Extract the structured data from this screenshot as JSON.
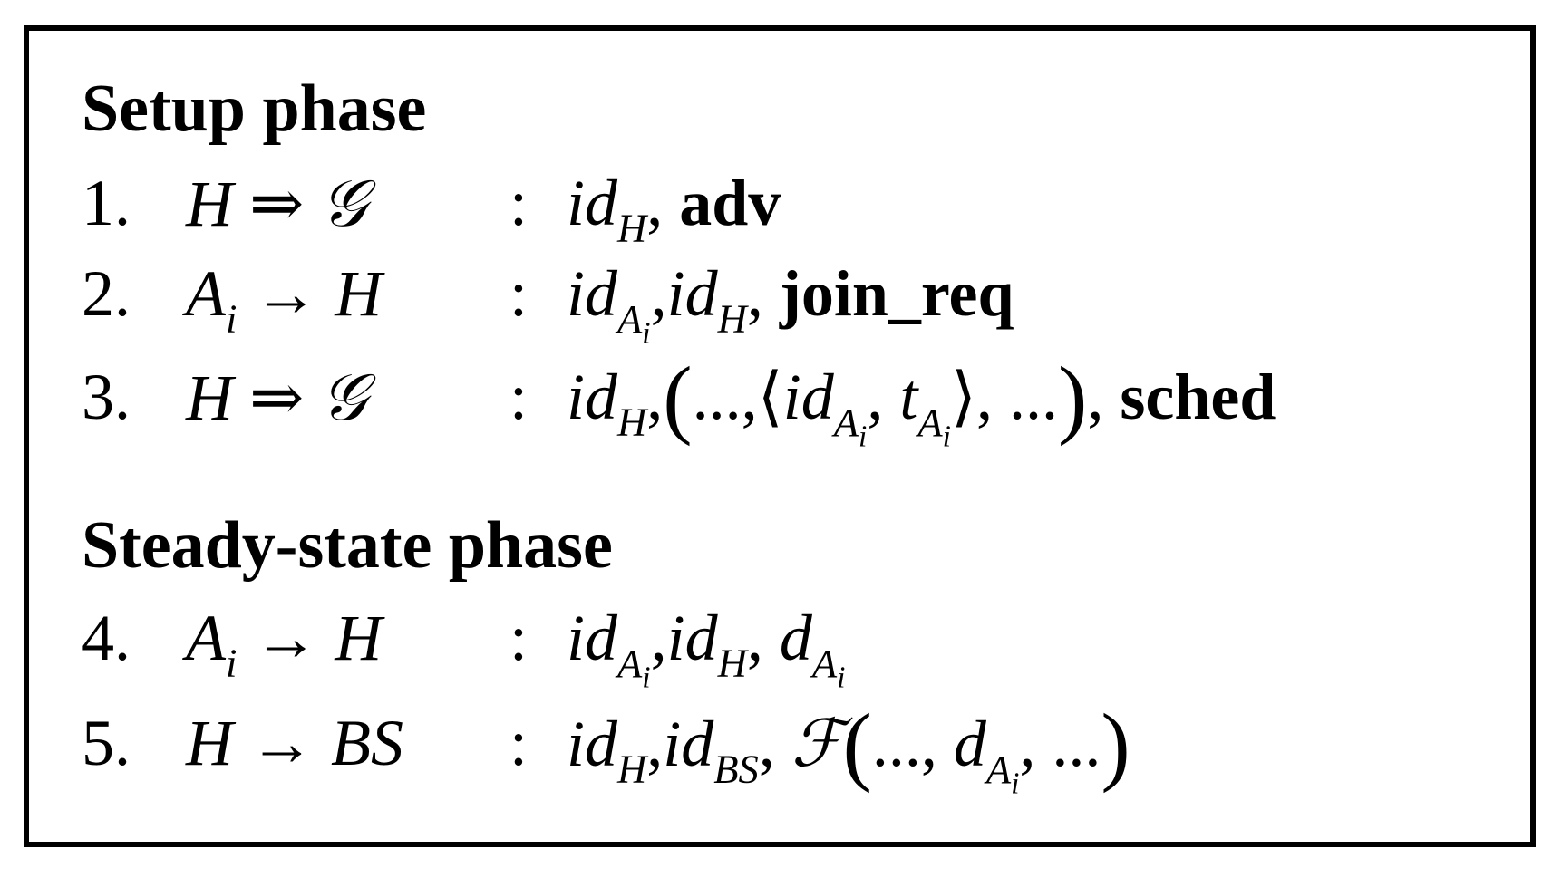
{
  "headings": {
    "setup": "Setup phase",
    "steady": "Steady-state phase"
  },
  "symbols": {
    "colon": ":",
    "comma": ",",
    "double_arrow": "⇒",
    "arrow": "→",
    "ellipsis": "...",
    "lparen": "(",
    "rparen": ")",
    "langle": "⟨",
    "rangle": "⟩",
    "id": "id",
    "t": "t",
    "d": "d",
    "H": "H",
    "A": "A",
    "i": "i",
    "G": "𝒢",
    "F": "ℱ",
    "BS": "BS"
  },
  "steps": {
    "s1": {
      "num": "1.",
      "keyword": "adv"
    },
    "s2": {
      "num": "2.",
      "keyword": "join_req"
    },
    "s3": {
      "num": "3.",
      "keyword": "sched"
    },
    "s4": {
      "num": "4."
    },
    "s5": {
      "num": "5."
    }
  }
}
